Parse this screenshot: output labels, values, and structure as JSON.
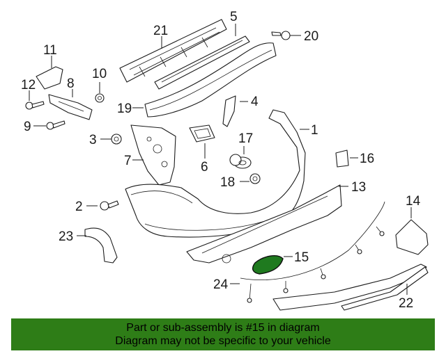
{
  "diagram": {
    "callouts": {
      "c1": "1",
      "c2": "2",
      "c3": "3",
      "c4": "4",
      "c5": "5",
      "c6": "6",
      "c7": "7",
      "c8": "8",
      "c9": "9",
      "c10": "10",
      "c11": "11",
      "c12": "12",
      "c13": "13",
      "c14": "14",
      "c15": "15",
      "c16": "16",
      "c17": "17",
      "c18": "18",
      "c19": "19",
      "c20": "20",
      "c21": "21",
      "c22": "22",
      "c23": "23",
      "c24": "24"
    },
    "highlighted_part": "15",
    "highlight_color": "#1f7a1f"
  },
  "banner": {
    "line1": "Part or sub-assembly is #15 in diagram",
    "line2": "Diagram may not be specific to your vehicle",
    "background": "#2e7d17"
  }
}
